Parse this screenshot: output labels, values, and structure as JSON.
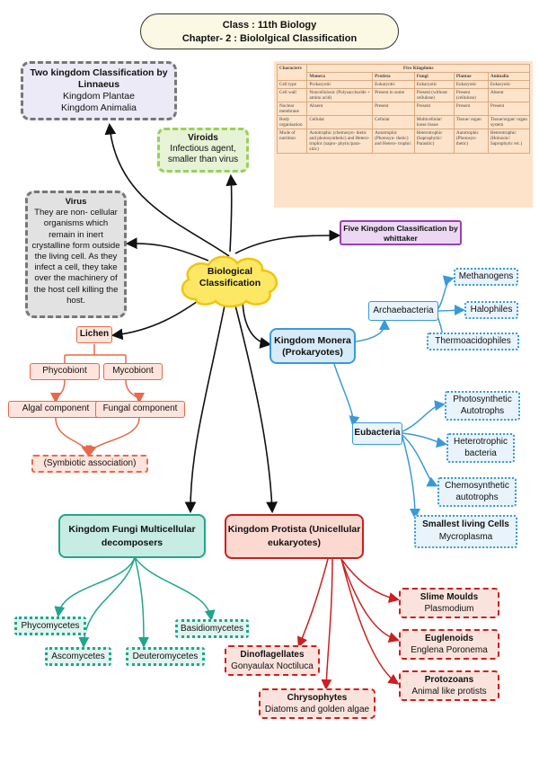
{
  "header": {
    "line1": "Class : 11th Biology",
    "line2": "Chapter- 2 : Biololgical Classification"
  },
  "center": {
    "label": "Biological Classification"
  },
  "two_kingdom": {
    "title": "Two kingdom Classification by Linnaeus",
    "line1": "Kingdom Plantae",
    "line2": "Kingdom Animalia"
  },
  "viroids": {
    "title": "Viroids",
    "text": "Infectious agent, smaller than virus"
  },
  "virus": {
    "title": "Virus",
    "text": "They are non- cellular organisms which remain in inert crystalline form outside the living cell. As they infect a cell, they take over the machinery of the host cell killing the host."
  },
  "five_kingdom": {
    "label": "Five Kingdom Classification by whittaker",
    "table": {
      "corner": "Characters",
      "group_header": "Five Kingdoms",
      "columns": [
        "Monera",
        "Protista",
        "Fungi",
        "Plantae",
        "Animalia"
      ],
      "rows": [
        {
          "label": "Cell type",
          "cells": [
            "Prokaryotic",
            "Eukaryotic",
            "Eukaryotic",
            "Eukaryotic",
            "Eukaryotic"
          ]
        },
        {
          "label": "Cell wall",
          "cells": [
            "Noncellulosic (Polysaccharide + amino acid)",
            "Present in some",
            "Present (without cellulose)",
            "Present (cellulose)",
            "Absent"
          ]
        },
        {
          "label": "Nuclear membrane",
          "cells": [
            "Absent",
            "Present",
            "Present",
            "Present",
            "Present"
          ]
        },
        {
          "label": "Body organisation",
          "cells": [
            "Cellular",
            "Cellular",
            "Multicellular/ loose tissue",
            "Tissue/ organ",
            "Tissue/organ/ organ system"
          ]
        },
        {
          "label": "Mode of nutrition",
          "cells": [
            "Autotrophic (chemosyn- thetic and photosynthetic) and Hetero- trophic (sapro- phytic/para- sitic)",
            "Autotrophic (Photosyn- thetic) and Hetero- trophic",
            "Heterotrophic (Saprophytic/ Parasitic)",
            "Autotrophic (Photosyn- thetic)",
            "Heterotrophic (Holozoic/ Saprophytic etc.)"
          ]
        }
      ]
    }
  },
  "lichen": {
    "label": "Lichen",
    "phycobiont": "Phycobiont",
    "mycobiont": "Mycobiont",
    "algal": "Algal component",
    "fungal": "Fungal component",
    "symbiotic": "(Symbiotic association)"
  },
  "monera": {
    "label": "Kingdom Monera (Prokaryotes)",
    "archaebacteria": "Archaebacteria",
    "methanogens": "Methanogens",
    "halophiles": "Halophiles",
    "thermoacidophiles": "Thermoacidophiles",
    "eubacteria": "Eubacteria",
    "photosynthetic": "Photosynthetic Autotrophs",
    "heterotrophic": "Heterotrophic bacteria",
    "chemosynthetic": "Chemosynthetic autotrophs",
    "smallest_title": "Smallest living Cells",
    "smallest_text": "Mycroplasma"
  },
  "fungi": {
    "label": "Kingdom Fungi Multicellular decomposers",
    "phycomycetes": "Phycomycetes",
    "ascomycetes": "Ascomycetes",
    "deuteromycetes": "Deuteromycetes",
    "basidiomycetes": "Basidiomycetes"
  },
  "protista": {
    "label": "Kingdom Protista (Unicellular eukaryotes)",
    "slime_title": "Slime Moulds",
    "slime_text": "Plasmodium",
    "euglenoids_title": "Euglenoids",
    "euglenoids_text": "Englena Poronema",
    "protozoans_title": "Protozoans",
    "protozoans_text": "Animal like protists",
    "dino_title": "Dinoflagellates",
    "dino_text": "Gonyaulax Noctiluca",
    "chryso_title": "Chrysophytes",
    "chryso_text": "Diatoms and golden algae"
  },
  "colors": {
    "black": "#111111",
    "lichen": "#e8694a",
    "monera": "#3a9ad9",
    "fungi": "#20a58e",
    "protista": "#cc1f1f",
    "purple": "#9a40b0",
    "cloud": "#f5d31c"
  }
}
